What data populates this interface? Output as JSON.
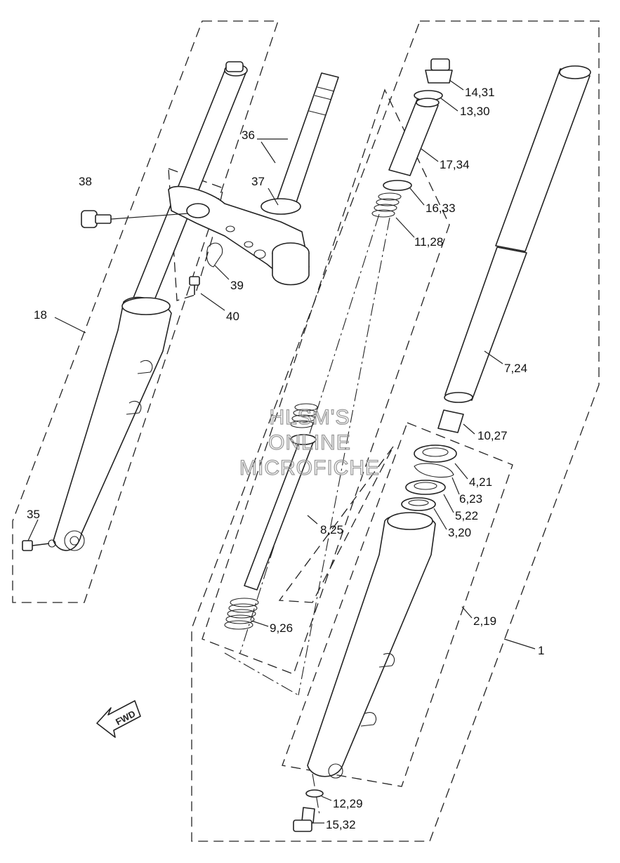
{
  "diagram": {
    "labels": {
      "p14_31": "14,31",
      "p13_30": "13,30",
      "p17_34": "17,34",
      "p16_33": "16,33",
      "p11_28": "11,28",
      "p7_24": "7,24",
      "p10_27": "10,27",
      "p4_21": "4,21",
      "p6_23": "6,23",
      "p5_22": "5,22",
      "p3_20": "3,20",
      "p8_25": "8,25",
      "p2_19": "2,19",
      "p1": "1",
      "p9_26": "9,26",
      "p12_29": "12,29",
      "p15_32": "15,32",
      "p36": "36",
      "p37": "37",
      "p38": "38",
      "p39": "39",
      "p40": "40",
      "p18": "18",
      "p35": "35"
    },
    "watermark": {
      "line1": "HLSM'S",
      "line2": "ONLINE",
      "line3": "MICROFICHE"
    },
    "fwd_label": "FWD",
    "colors": {
      "ink": "#222222",
      "watermark": "#9a9a9a"
    }
  }
}
